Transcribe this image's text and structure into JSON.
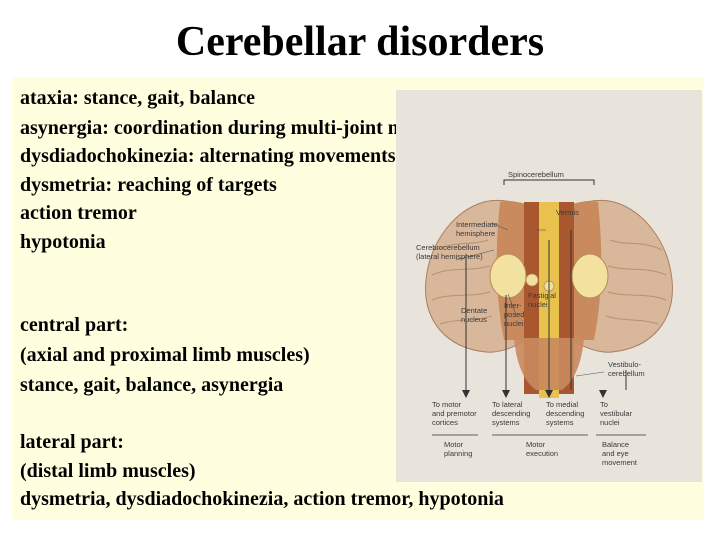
{
  "title": "Cerebellar disorders",
  "symptoms": [
    "ataxia: stance, gait, balance",
    "asynergia: coordination during multi-joint movements",
    "dysdiadochokinezia: alternating movements",
    "dysmetria: reaching of targets",
    "action tremor",
    "hypotonia"
  ],
  "central_part": {
    "heading": "central part:",
    "muscles": "(axial and proximal limb muscles)",
    "symptoms": "stance, gait, balance, asynergia"
  },
  "lateral_part": {
    "heading": "lateral part:",
    "muscles": "(distal limb muscles)",
    "symptoms": "dysmetria, dysdiadochokinezia, action tremor, hypotonia"
  },
  "diagram": {
    "labels": {
      "spinocerebellum": "Spinocerebellum",
      "vermis": "Vermis",
      "intermediate_hemisphere": "Intermediate\nhemisphere",
      "cerebrocerebellum": "Cerebrocerebellum\n(lateral hemisphere)",
      "fastigial_nuclei": "Fastigial\nnuclei",
      "interposed_nuclei": "Inter-\nposed\nnuclei",
      "dentate_nucleus": "Dentate\nnucleus",
      "vestibulocerebellum": "Vestibulo-\ncerebellum"
    },
    "outputs": [
      {
        "target": "To motor\nand premotor\ncortices",
        "function": "Motor\nplanning"
      },
      {
        "target": "To lateral\ndescending\nsystems",
        "function": "Motor\nexecution"
      },
      {
        "target": "To medial\ndescending\nsystems",
        "function": ""
      },
      {
        "target": "To\nvestibular\nnuclei",
        "function": "Balance\nand eye\nmovement"
      }
    ],
    "colors": {
      "lateral_hemisphere": "#d9b79a",
      "intermediate": "#c98a5e",
      "vermis_band": "#a8572e",
      "midline": "#e9c24e",
      "nuclei": "#f3e1a0",
      "background": "#e8e3db"
    }
  }
}
